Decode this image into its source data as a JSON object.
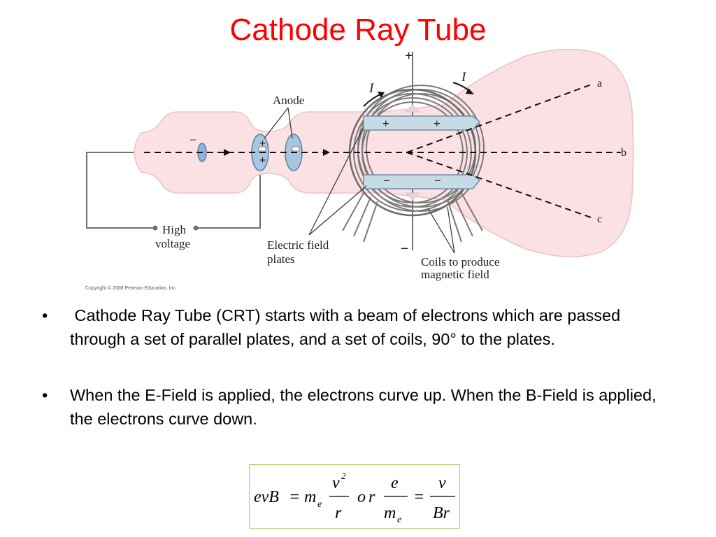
{
  "slide": {
    "title": "Cathode Ray Tube",
    "colors": {
      "title": "#ff0000",
      "tube_fill": "#fbe1e3",
      "plate_fill": "#c7dbe6",
      "formula_border": "#a8cf60"
    }
  },
  "diagram": {
    "labels": {
      "anode": "Anode",
      "high_voltage_line1": "High",
      "high_voltage_line2": "voltage",
      "electric_field_line1": "Electric field",
      "electric_field_line2": "plates",
      "coils_line1": "Coils to produce",
      "coils_line2": "magnetic field",
      "current_left": "I",
      "current_right": "I",
      "beam_a": "a",
      "beam_b": "b",
      "beam_c": "c",
      "top_terminal": "+",
      "bottom_terminal": "−",
      "cathode_sign": "−",
      "anode_plus_top": "+",
      "anode_plus_bottom": "+",
      "plate_top_left": "+",
      "plate_top_right": "+",
      "plate_bottom_left": "−",
      "plate_bottom_right": "−",
      "copyright": "Copyright © 2008 Pearson Education, Inc."
    }
  },
  "bullets": [
    {
      "symbol": "•",
      "text": " Cathode Ray Tube (CRT) starts with a beam of electrons which are passed through a set of parallel plates, and a set of coils, 90° to the plates."
    },
    {
      "symbol": "•",
      "text": "When the E-Field is applied, the electrons curve up. When the B-Field is applied, the electrons curve down."
    }
  ],
  "formula": {
    "lhs": "evB",
    "eq1": "=",
    "m_e_1": "m",
    "sub_e_1": "e",
    "frac1_num": "v",
    "frac1_num_exp": "2",
    "frac1_den": "r",
    "or": "or",
    "frac2_num": "e",
    "frac2_den_m": "m",
    "frac2_den_sub": "e",
    "eq2": "=",
    "frac3_num": "v",
    "frac3_den": "Br"
  }
}
